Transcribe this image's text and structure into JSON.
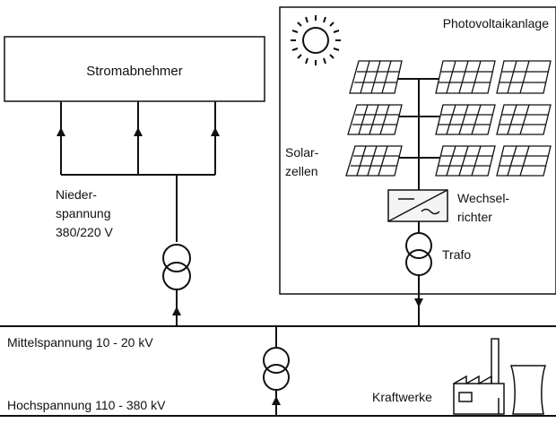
{
  "diagram": {
    "consumer_label": "Stromabnehmer",
    "pv_title": "Photovoltaikanlage",
    "solar_cells_label": [
      "Solar-",
      "zellen"
    ],
    "inverter_label": [
      "Wechsel-",
      "richter"
    ],
    "trafo_label": "Trafo",
    "low_voltage_label": [
      "Nieder-",
      "spannung",
      "380/220 V"
    ],
    "medium_voltage_label": "Mittelspannung 10 - 20 kV",
    "high_voltage_label": "Hochspannung 110 - 380 kV",
    "power_plant_label": "Kraftwerke"
  },
  "colors": {
    "ink": "#111111",
    "background": "#ffffff"
  }
}
